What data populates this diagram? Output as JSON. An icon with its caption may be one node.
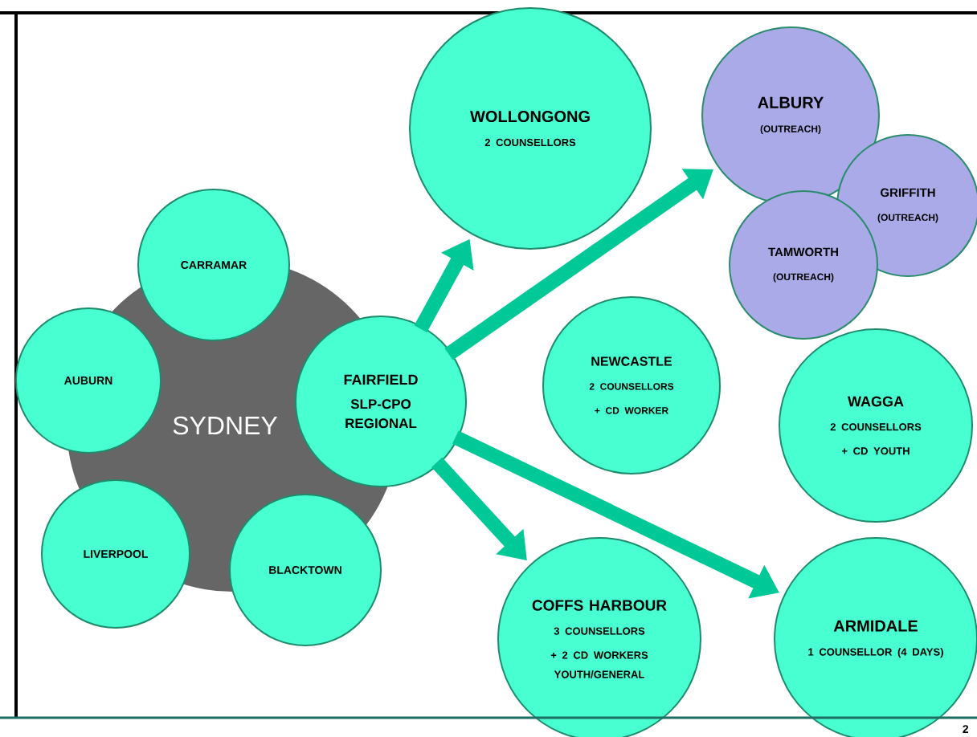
{
  "diagram": {
    "nodes": [
      {
        "text": [
          "SYDNEY"
        ]
      },
      {
        "text": [
          "CARRAMAR"
        ]
      },
      {
        "text": [
          "AUBURN"
        ]
      },
      {
        "text": [
          "FAIRFIELD",
          "SLP-CPO REGIONAL"
        ]
      },
      {
        "text": [
          "LIVERPOOL"
        ]
      },
      {
        "text": [
          "BLACKTOWN"
        ]
      },
      {
        "text": [
          "WOLLONGONG",
          "2 COUNSELLORS"
        ]
      },
      {
        "text": [
          "ALBURY",
          "(OUTREACH)"
        ]
      },
      {
        "text": [
          "GRIFFITH",
          "(OUTREACH)"
        ]
      },
      {
        "text": [
          "TAMWORTH",
          "(OUTREACH)"
        ]
      },
      {
        "text": [
          "NEWCASTLE",
          "2 COUNSELLORS",
          "+ CD WORKER"
        ]
      },
      {
        "text": [
          "WAGGA",
          "2 COUNSELLORS",
          "+ CD YOUTH"
        ]
      },
      {
        "text": [
          "COFFS HARBOUR",
          "3 COUNSELLORS",
          "+ 2 CD WORKERS YOUTH/GENERAL"
        ]
      },
      {
        "text": [
          "ARMIDALE",
          "1 COUNSELLOR (4 DAYS)"
        ]
      }
    ],
    "edges": [
      {
        "from": 3,
        "to": 6,
        "arrow": "to"
      },
      {
        "from": 3,
        "to": 7,
        "arrow": "to"
      },
      {
        "from": 3,
        "to": 12,
        "arrow": "to"
      },
      {
        "from": 3,
        "to": 13,
        "arrow": "to"
      }
    ],
    "labels": [
      "2"
    ]
  }
}
